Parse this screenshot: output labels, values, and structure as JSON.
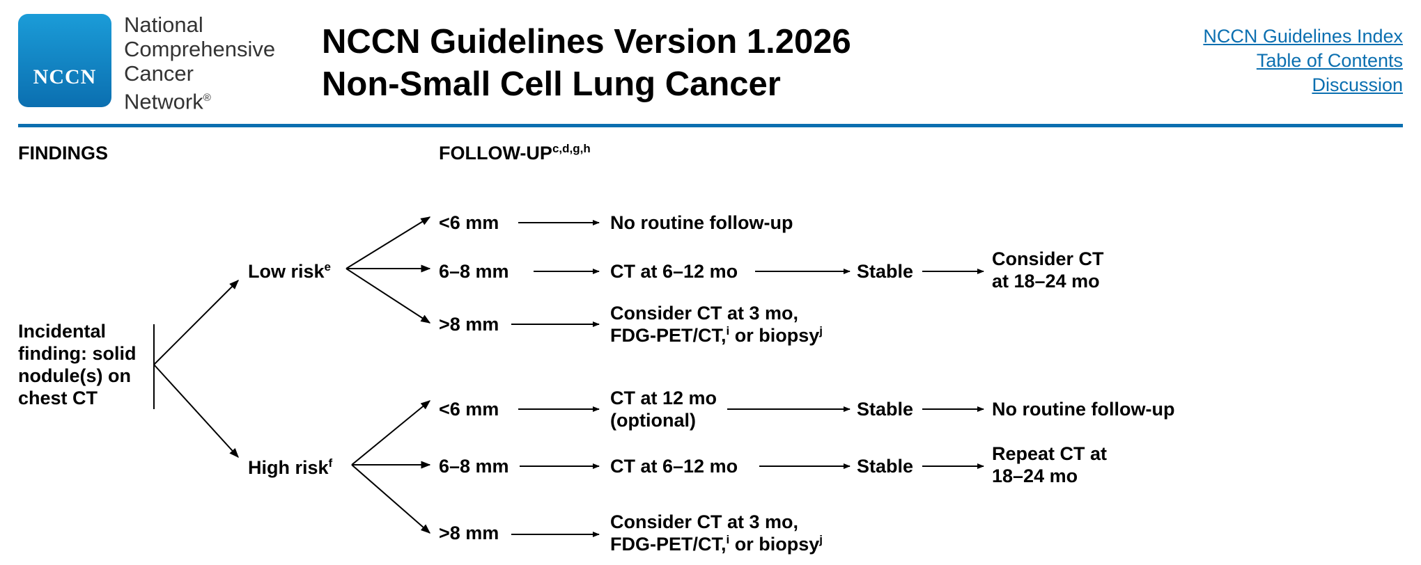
{
  "header": {
    "logo_text": "NCCN",
    "org_name_lines": [
      "National",
      "Comprehensive",
      "Cancer",
      "Network"
    ],
    "registered_mark": "®",
    "title_line1": "NCCN Guidelines Version 1.2026",
    "title_line2": "Non-Small Cell Lung Cancer",
    "links": {
      "index": "NCCN Guidelines Index",
      "toc": "Table of Contents",
      "discussion": "Discussion"
    },
    "brand_color": "#0b6fb0"
  },
  "columns": {
    "findings": "FINDINGS",
    "followup": "FOLLOW-UP",
    "followup_refs": "c,d,g,h"
  },
  "finding": [
    "Incidental",
    "finding: solid",
    "nodule(s) on",
    "chest CT"
  ],
  "low_risk": {
    "label": "Low risk",
    "ref": "e",
    "lt6": {
      "size": "<6 mm",
      "action": "No routine follow-up"
    },
    "s6_8": {
      "size": "6–8 mm",
      "action": "CT at 6–12 mo",
      "result": "Stable",
      "next_line1": "Consider CT",
      "next_line2": "at 18–24 mo"
    },
    "gt8": {
      "size": ">8 mm",
      "action_line1": "Consider CT at 3 mo,",
      "action_line2_a": "FDG-PET/CT,",
      "ref_i": "i",
      "action_line2_b": " or biopsy",
      "ref_j": "j"
    }
  },
  "high_risk": {
    "label": "High risk",
    "ref": "f",
    "lt6": {
      "size": "<6 mm",
      "action_line1": "CT at 12 mo",
      "action_line2": "(optional)",
      "result": "Stable",
      "next": "No routine follow-up"
    },
    "s6_8": {
      "size": "6–8 mm",
      "action": "CT at 6–12 mo",
      "result": "Stable",
      "next_line1": "Repeat CT at",
      "next_line2": "18–24 mo"
    },
    "gt8": {
      "size": ">8 mm",
      "action_line1": "Consider CT at 3 mo,",
      "action_line2_a": "FDG-PET/CT,",
      "ref_i": "i",
      "action_line2_b": " or biopsy",
      "ref_j": "j"
    }
  }
}
